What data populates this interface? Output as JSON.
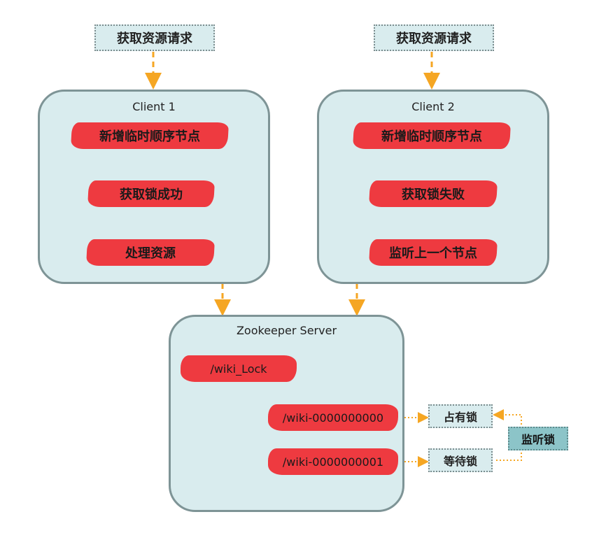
{
  "client1": {
    "request": "获取资源请求",
    "title": "Client 1",
    "steps": [
      "新增临时顺序节点",
      "获取锁成功",
      "处理资源"
    ]
  },
  "client2": {
    "request": "获取资源请求",
    "title": "Client 2",
    "steps": [
      "新增临时顺序节点",
      "获取锁失败",
      "监听上一个节点"
    ]
  },
  "server": {
    "title": "Zookeeper Server",
    "root_node": "/wiki_Lock",
    "child_nodes": [
      "/wiki-0000000000",
      "/wiki-0000000001"
    ],
    "states": [
      "占有锁",
      "等待锁"
    ],
    "watch_label": "监听锁"
  },
  "colors": {
    "panel": "#d9ecee",
    "node": "#ee3a40",
    "arrow": "#f5a623",
    "watch": "#8cc4c8"
  }
}
